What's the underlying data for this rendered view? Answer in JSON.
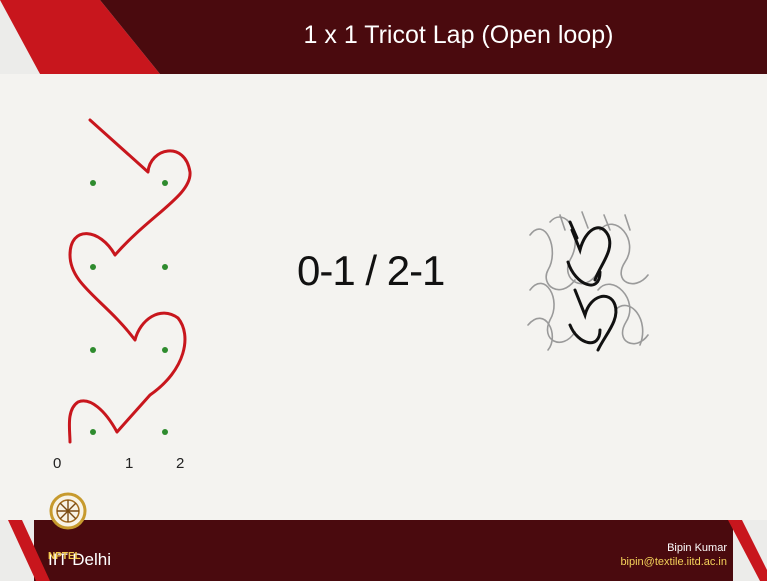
{
  "slide": {
    "title": "1 x 1 Tricot Lap (Open loop)",
    "notation": "0-1 / 2-1",
    "needle_labels": [
      "0",
      "1",
      "2"
    ],
    "footer": {
      "institute": "IIT Delhi",
      "logo_text": "NPTEL",
      "author_name": "Bipin Kumar",
      "author_email": "bipin@textile.iitd.ac.in"
    },
    "colors": {
      "header_bg": "#4a0a0e",
      "accent_red": "#c8161d",
      "lapping_line": "#c8161d",
      "needle_dot": "#2e8b2e"
    }
  }
}
